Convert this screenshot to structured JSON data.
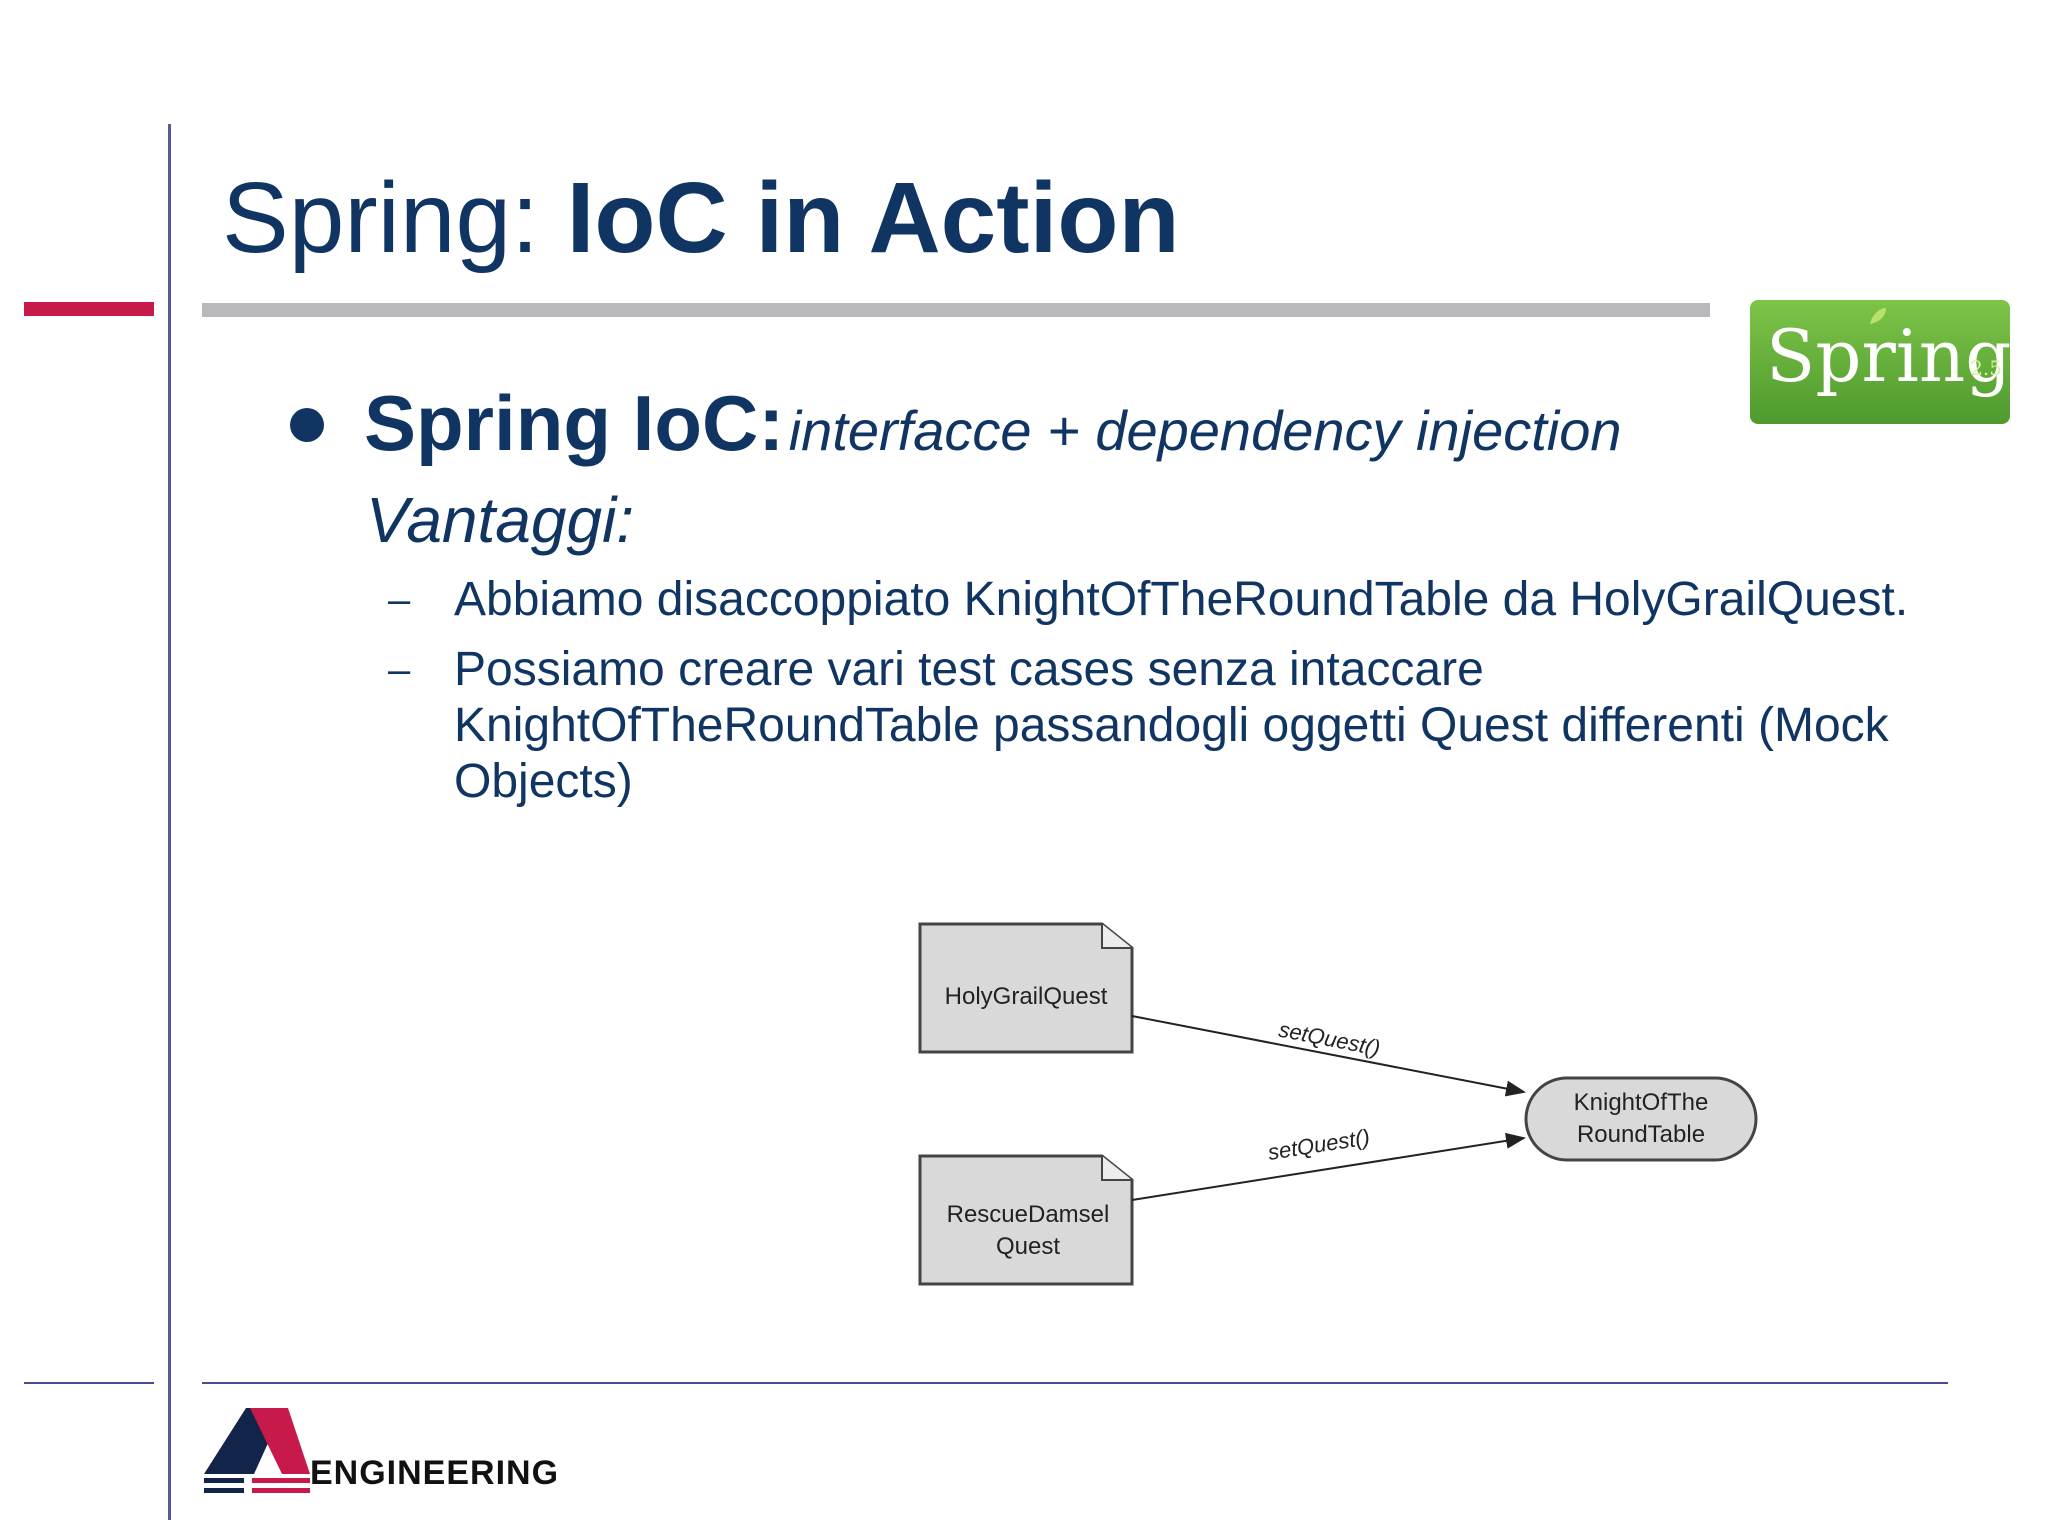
{
  "slide": {
    "title_plain": "Spring: ",
    "title_bold": "IoC in Action",
    "bullet_label": "Spring IoC:",
    "bullet_desc": "interfacce + dependency injection",
    "vantaggi": "Vantaggi:",
    "subitems": [
      "Abbiamo disaccoppiato KnightOfTheRoundTable da HolyGrailQuest.",
      "Possiamo creare vari test cases senza intaccare KnightOfTheRoundTable passandogli oggetti Quest differenti (Mock Objects)"
    ],
    "subitem_dash": "–"
  },
  "logo": {
    "text": "Spring",
    "version": "2.5"
  },
  "diagram": {
    "box1": "HolyGrailQuest",
    "box2_line1": "RescueDamsel",
    "box2_line2": "Quest",
    "target_line1": "KnightOfThe",
    "target_line2": "RoundTable",
    "arrow1_label": "setQuest()",
    "arrow2_label": "setQuest()"
  },
  "footer": {
    "company": "ENGINEERING"
  },
  "colors": {
    "title": "#103563",
    "accent_red": "#c8194b",
    "rule_gray": "#b9b9bd",
    "logo_green": "#6ab53e"
  }
}
